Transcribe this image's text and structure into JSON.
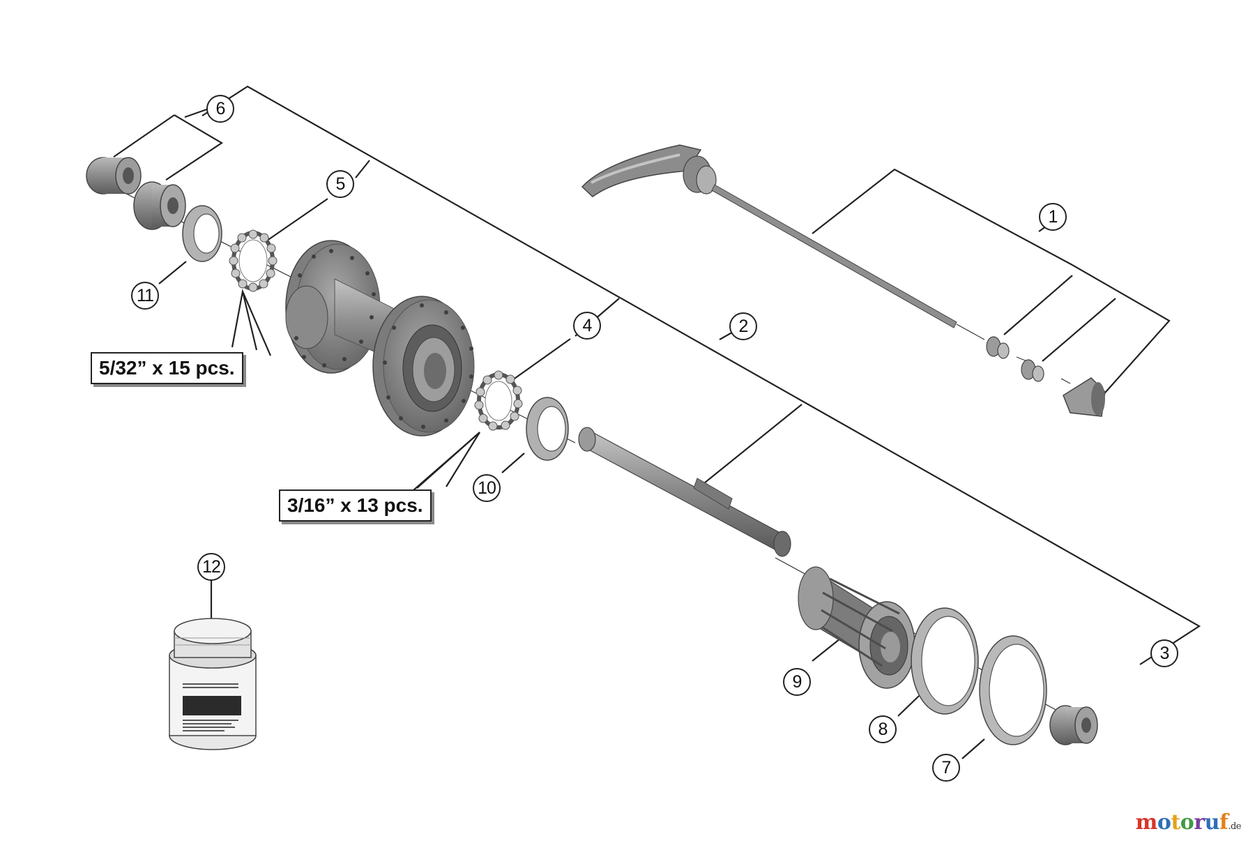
{
  "part_labels": [
    "1",
    "2",
    "3",
    "4",
    "5",
    "6",
    "7",
    "8",
    "9",
    "10",
    "11",
    "12"
  ],
  "ball_notes": {
    "left": "5/32” x 15 pcs.",
    "hub": "3/16” x 13 pcs."
  },
  "watermark": {
    "m": "m",
    "o1": "o",
    "t": "t",
    "o2": "o",
    "r": "r",
    "u": "u",
    "f": "f",
    "suffix": ".de",
    "colors": [
      "#d6362b",
      "#2e6fb8",
      "#e3a21a",
      "#3f9a45",
      "#7a3ea1",
      "#2e6fb8",
      "#e3801a"
    ]
  },
  "colors": {
    "line": "#222222",
    "part_dark": "#6a6a6a",
    "part_mid": "#9a9a9a",
    "part_light": "#c8c8c8"
  }
}
